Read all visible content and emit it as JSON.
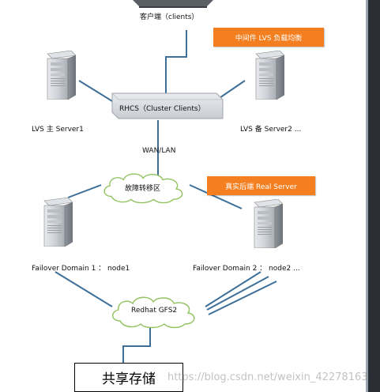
{
  "nodes": {
    "clients_label": "客户端（clients）",
    "rhcs_label": "RHCS（Cluster    Clients）",
    "lvs_master_label": "LVS 主 Server1",
    "lvs_backup_label": "LVS 备 Server2 ...",
    "network_label": "WAN/LAN",
    "failover_cloud_label": "故障转移区",
    "domain1_label": "Failover Domain 1 ：  node1",
    "domain2_label": "Failover Domain 2 ：  node2 ...",
    "gfs_cloud_label": "Redhat GFS2",
    "storage_label": "共享存储"
  },
  "callouts": {
    "middleware": "中间件 LVS 负载均衡",
    "real_server": "真实后端 Real Server"
  },
  "watermark": "https://blog.csdn.net/weixin_42278163",
  "colors": {
    "callout_bg": "#f47f20",
    "line": "#3d6f99",
    "cloud_stroke": "#8fc15c"
  },
  "icons": [
    "server-tower-icon",
    "cloud-icon",
    "laptop-icon"
  ]
}
